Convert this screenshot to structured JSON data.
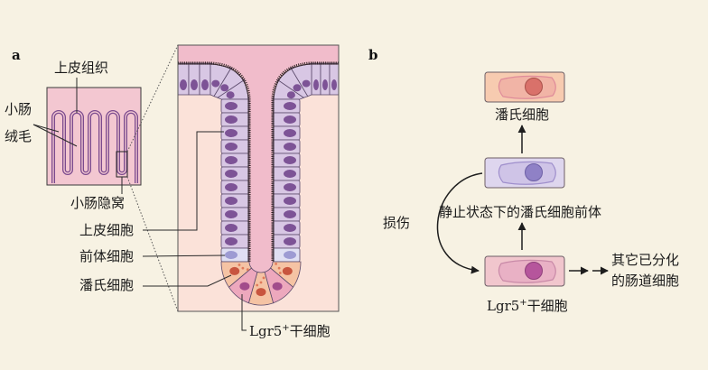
{
  "panel_a": {
    "label": "a",
    "epithelium": "上皮组织",
    "villi_line1": "小肠",
    "villi_line2": "绒毛",
    "crypt": "小肠隐窝",
    "epithelial_cell": "上皮细胞",
    "precursor_cell": "前体细胞",
    "paneth_cell": "潘氏细胞",
    "stem_cell": {
      "prefix": "Lgr5",
      "sup": "+",
      "suffix": "干细胞"
    }
  },
  "panel_b": {
    "label": "b",
    "paneth_cell": "潘氏细胞",
    "quiescent_precursor": "静止状态下的潘氏细胞前体",
    "injury": "损伤",
    "stem_cell": {
      "prefix": "Lgr5",
      "sup": "+",
      "suffix": "干细胞"
    },
    "other_cells_line1": "其它已分化",
    "other_cells_line2": "的肠道细胞"
  },
  "colors": {
    "background": "#f7f2e3",
    "tissue_background": "#fbe2d9",
    "lumen": "#f1bccb",
    "epithelial_cell": "#d8c7e4",
    "epithelial_nucleus": "#7d5396",
    "precursor_cell": "#dfdff3",
    "precursor_nucleus": "#9d9bd3",
    "paneth_cell": "#f5c3a4",
    "paneth_nucleus": "#c8553f",
    "stem_cell": "#eda8bd",
    "stem_nucleus": "#a24c8b"
  }
}
